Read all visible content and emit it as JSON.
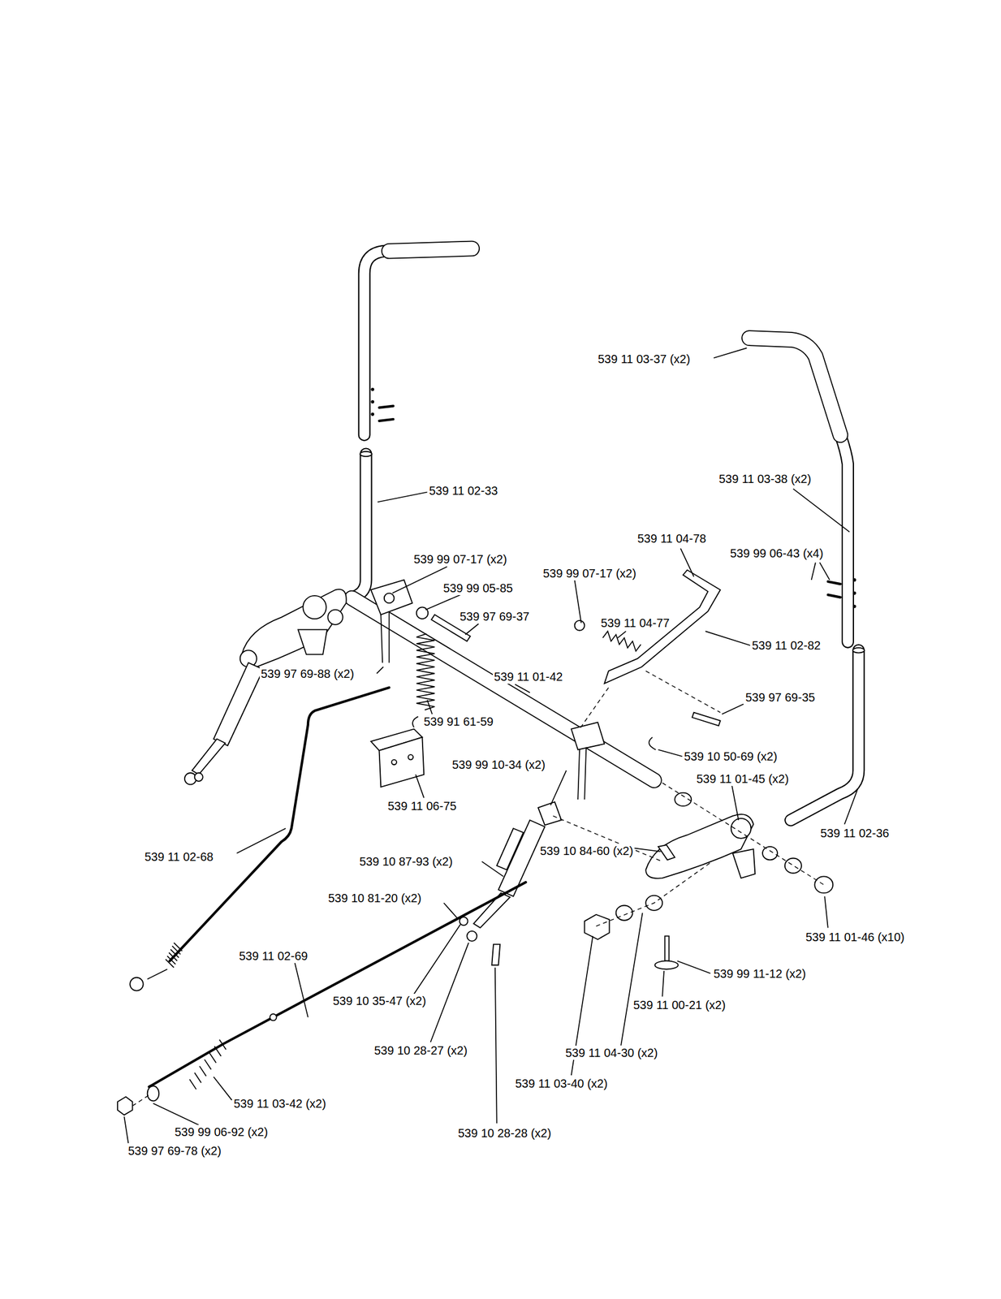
{
  "diagram": {
    "labels": [
      "539 11 03-37 (x2)",
      "539 11 02-33",
      "539 11 03-38 (x2)",
      "539 11 04-78",
      "539 99 06-43 (x4)",
      "539 99 07-17 (x2)",
      "539 99 07-17 (x2)",
      "539 99 05-85",
      "539 97 69-37",
      "539 11 04-77",
      "539 11 02-82",
      "539 11 01-42",
      "539 97 69-88 (x2)",
      "539 97 69-35",
      "539 91 61-59",
      "539 10 50-69 (x2)",
      "539 99 10-34 (x2)",
      "539 11 01-45 (x2)",
      "539 11 06-75",
      "539 11 02-36",
      "539 10 84-60 (x2)",
      "539 11 02-68",
      "539 10 87-93 (x2)",
      "539 10 81-20 (x2)",
      "539 11 01-46 (x10)",
      "539 11 02-69",
      "539 99 11-12 (x2)",
      "539 10 35-47 (x2)",
      "539 11 00-21 (x2)",
      "539 10 28-27 (x2)",
      "539 11 04-30 (x2)",
      "539 11 03-40 (x2)",
      "539 11 03-42 (x2)",
      "539 99 06-92 (x2)",
      "539 10 28-28 (x2)",
      "539 97 69-78 (x2)"
    ]
  }
}
